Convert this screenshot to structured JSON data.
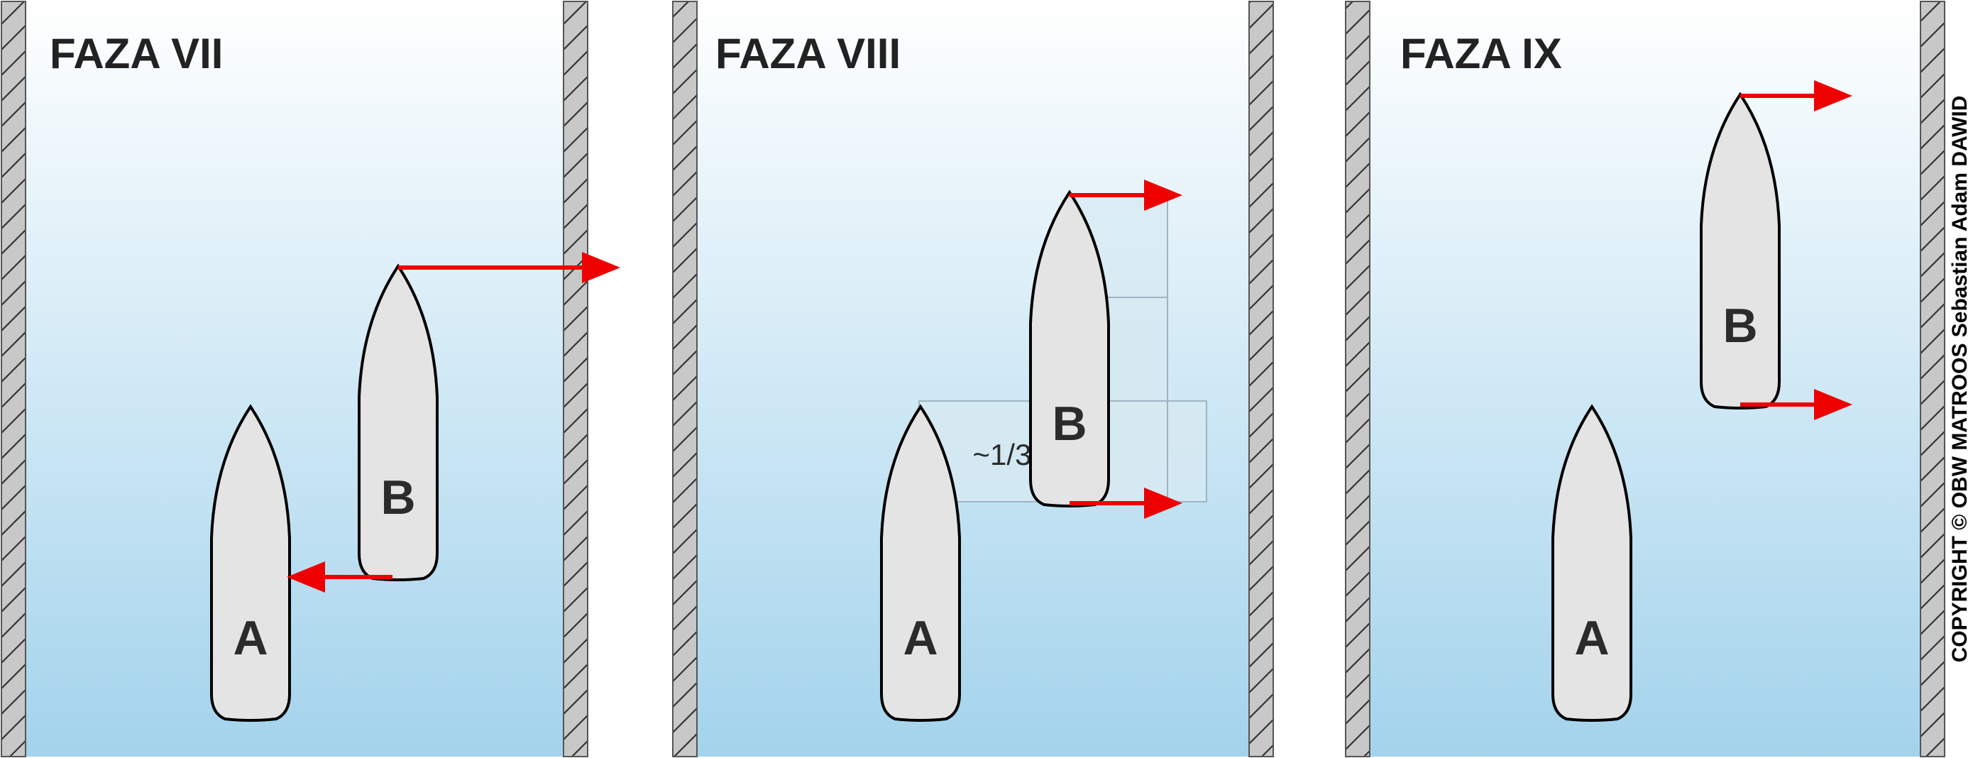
{
  "colors": {
    "water_top": "#ffffff",
    "water_bottom": "#a3d3ec",
    "wall": "#c8c8c8",
    "boat_fill": "#e4e4e4",
    "boat_outline": "#000000",
    "arrow": "#ee0000",
    "measure_fill": "#d7e9f2",
    "measure_line": "#9fb4c2"
  },
  "panels": [
    {
      "title": "FAZA VII",
      "boats": [
        {
          "label": "A",
          "icon": "boat-icon"
        },
        {
          "label": "B",
          "icon": "boat-icon"
        }
      ],
      "arrows": [
        "arrow-right-icon",
        "arrow-left-icon"
      ]
    },
    {
      "title": "FAZA VIII",
      "boats": [
        {
          "label": "A",
          "icon": "boat-icon"
        },
        {
          "label": "B",
          "icon": "boat-icon"
        }
      ],
      "arrows": [
        "arrow-right-icon",
        "arrow-right-icon"
      ],
      "overlap_label": "~1/3"
    },
    {
      "title": "FAZA IX",
      "boats": [
        {
          "label": "A",
          "icon": "boat-icon"
        },
        {
          "label": "B",
          "icon": "boat-icon"
        }
      ],
      "arrows": [
        "arrow-right-icon",
        "arrow-right-icon"
      ]
    }
  ],
  "copyright": "COPYRIGHT © OBW MATROOS Sebastian Adam DAWID"
}
